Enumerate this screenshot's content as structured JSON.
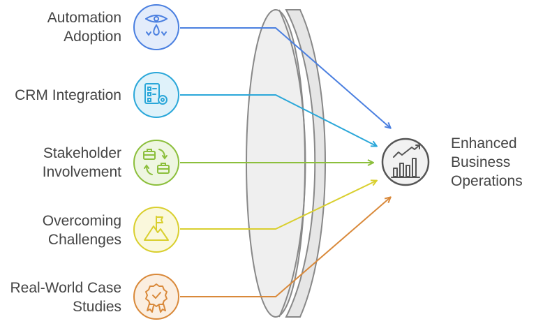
{
  "inputs": [
    {
      "lines": [
        "Automation",
        "Adoption"
      ],
      "icon": "eye-drop-icon",
      "color": "#4a7fe0",
      "fill": "#e3ecfb"
    },
    {
      "lines": [
        "CRM Integration"
      ],
      "icon": "document-gear-icon",
      "color": "#2aa7d9",
      "fill": "#dff2fa"
    },
    {
      "lines": [
        "Stakeholder",
        "Involvement"
      ],
      "icon": "briefcase-exchange-icon",
      "color": "#8cbf3c",
      "fill": "#eef6e1"
    },
    {
      "lines": [
        "Overcoming",
        "Challenges"
      ],
      "icon": "mountain-flag-icon",
      "color": "#d9cf2e",
      "fill": "#faf8dc"
    },
    {
      "lines": [
        "Real-World Case",
        "Studies"
      ],
      "icon": "award-badge-icon",
      "color": "#d9893a",
      "fill": "#fbeee0"
    }
  ],
  "output": {
    "lines": [
      "Enhanced",
      "Business",
      "Operations"
    ],
    "icon": "growth-chart-icon",
    "color": "#555555",
    "fill": "#f2f2f2"
  },
  "lens": {
    "stroke": "#888888",
    "fill": "#efefef"
  }
}
